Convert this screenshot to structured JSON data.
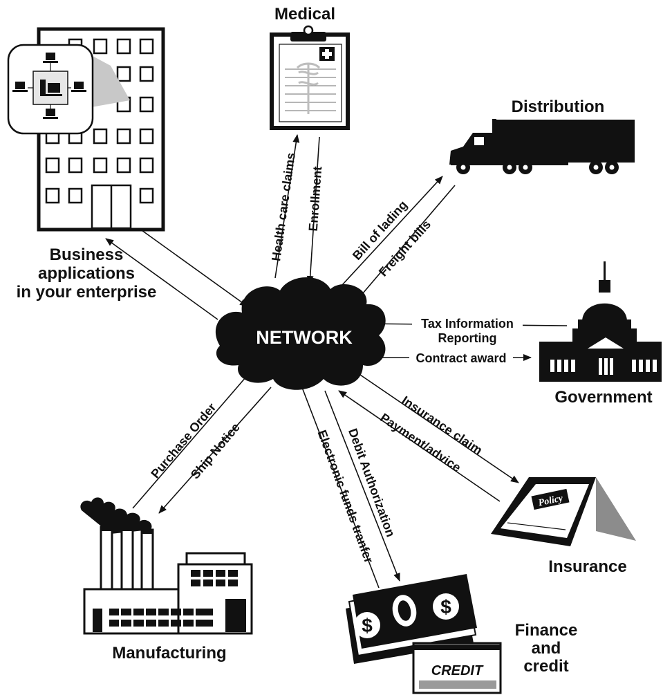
{
  "network": {
    "label": "NETWORK"
  },
  "nodes": {
    "enterprise": {
      "line1": "Business",
      "line2": "applications",
      "line3": "in your enterprise"
    },
    "medical": {
      "label": "Medical"
    },
    "distribution": {
      "label": "Distribution"
    },
    "government": {
      "label": "Government"
    },
    "insurance": {
      "label": "Insurance",
      "policy_text": "Policy"
    },
    "finance": {
      "line1": "Finance",
      "line2": "and",
      "line3": "credit",
      "card_text": "CREDIT"
    },
    "manufacturing": {
      "label": "Manufacturing"
    }
  },
  "flows": {
    "health_care_claims": "Health care claims",
    "enrollment": "Enrollment",
    "bill_of_lading": "Bill of lading",
    "freight_bills": "Freight bills",
    "tax_information_line1": "Tax Information",
    "tax_information_line2": "Reporting",
    "contract_award": "Contract award",
    "insurance_claim": "Insurance claim",
    "payment_advice": "Payment/advice",
    "debit_authorization": "Debit Authorization",
    "electronic_funds_transfer": "Electronic funds tranfer",
    "purchase_order": "Purchase Order",
    "ship_notice": "Ship Notice"
  }
}
